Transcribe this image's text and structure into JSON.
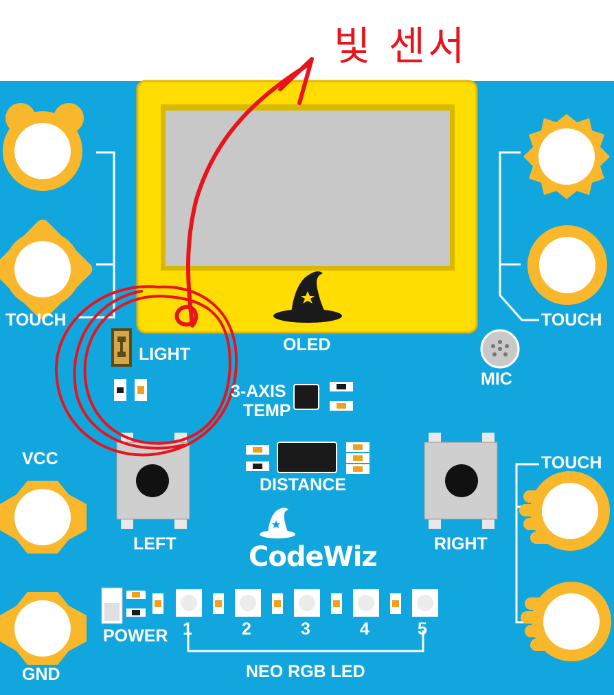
{
  "annotation": {
    "title": "빛 센서"
  },
  "board": {
    "labels": {
      "touch_left": "TOUCH",
      "touch_right_top": "TOUCH",
      "touch_right_bottom": "TOUCH",
      "light": "LIGHT",
      "oled": "OLED",
      "mic": "MIC",
      "temp_line1": "3-AXIS",
      "temp_line2": "TEMP",
      "distance": "DISTANCE",
      "vcc": "VCC",
      "gnd": "GND",
      "left": "LEFT",
      "right": "RIGHT",
      "power": "POWER",
      "neo": "NEO RGB LED",
      "led_numbers": [
        "1",
        "2",
        "3",
        "4",
        "5"
      ]
    },
    "logo": "CodeWiz"
  },
  "colors": {
    "board": "#11a6de",
    "pad": "#f9b82c",
    "oled_frame": "#ffdd00",
    "screen": "#c8c8c8",
    "annotation": "#e8141c"
  }
}
